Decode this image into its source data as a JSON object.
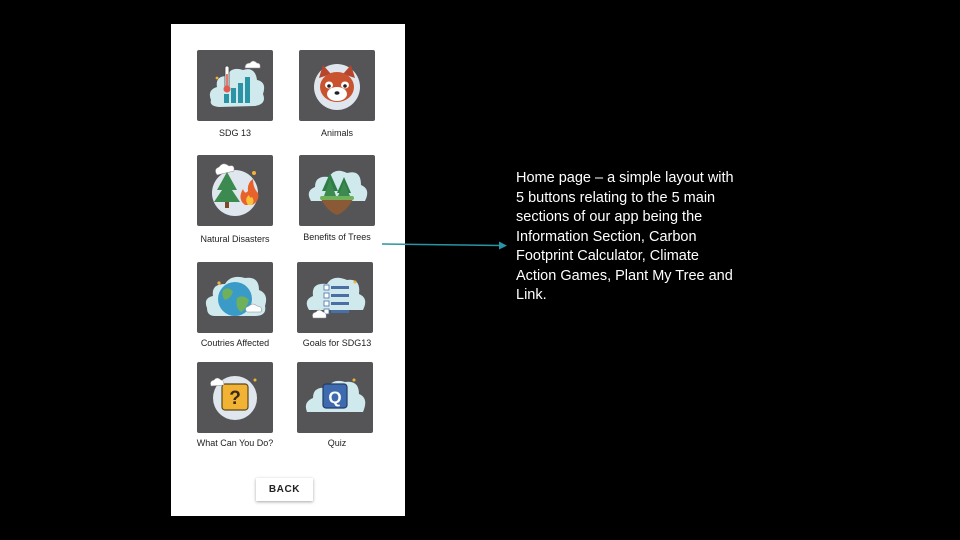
{
  "app": {
    "tiles": [
      {
        "label": "SDG 13",
        "icon": "thermometer-chart-icon"
      },
      {
        "label": "Animals",
        "icon": "red-panda-icon"
      },
      {
        "label": "Natural Disasters",
        "icon": "wildfire-tree-icon"
      },
      {
        "label": "Benefits of Trees",
        "icon": "floating-forest-island-icon"
      },
      {
        "label": "Coutries Affected",
        "icon": "globe-icon"
      },
      {
        "label": "Goals for SDG13",
        "icon": "checklist-icon"
      },
      {
        "label": "What Can You Do?",
        "icon": "question-mark-icon"
      },
      {
        "label": "Quiz",
        "icon": "quiz-q-icon"
      }
    ],
    "back_label": "BACK"
  },
  "annotation": {
    "text": "Home page – a simple layout with 5 buttons relating to the 5 main sections of our app being the Information  Section, Carbon Footprint Calculator, Climate Action Games, Plant My Tree and Link."
  },
  "colors": {
    "background": "#000000",
    "tile": "#555558",
    "cloud": "#cfe9ec",
    "arrow": "#2a93a6"
  }
}
